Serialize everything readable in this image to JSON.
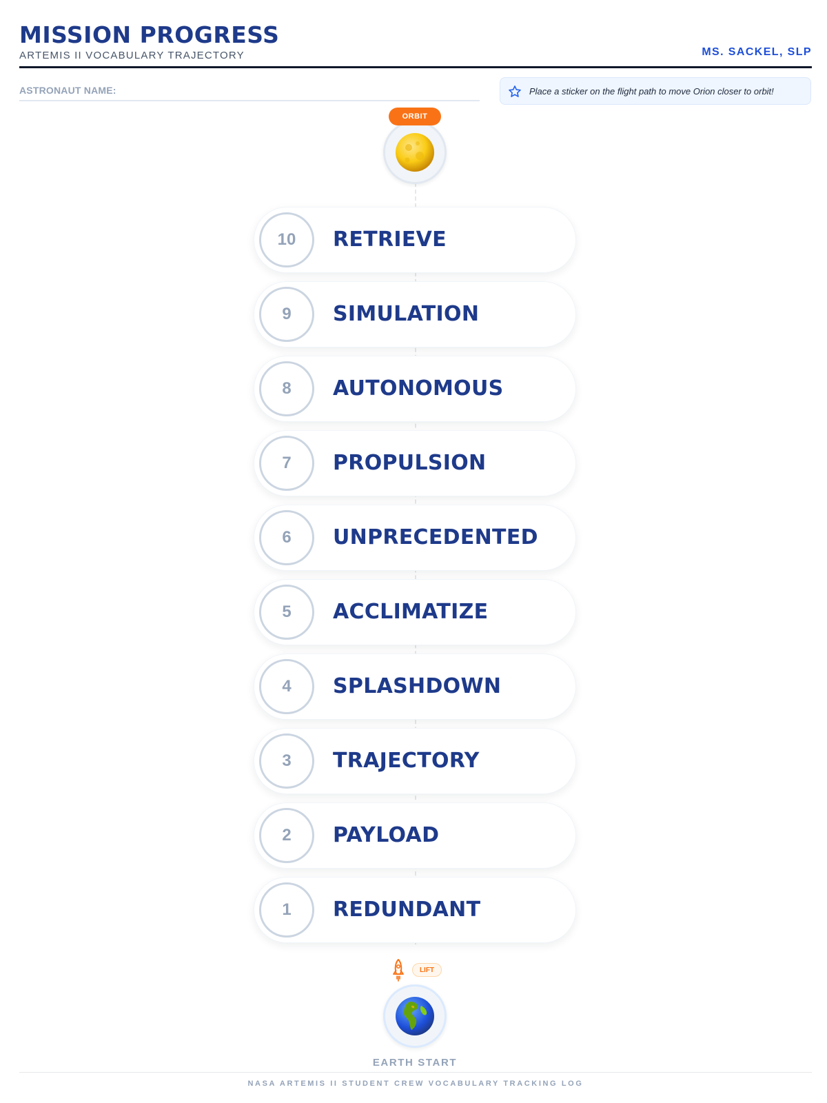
{
  "header": {
    "title": "MISSION PROGRESS",
    "subtitle": "ARTEMIS II VOCABULARY TRAJECTORY",
    "teacher": "MS. SACKEL, SLP"
  },
  "form": {
    "name_label": "ASTRONAUT NAME:",
    "name_value": ""
  },
  "tip": {
    "icon": "star-icon",
    "text": "Place a sticker on the flight path to move Orion closer to orbit!"
  },
  "goal": {
    "badge": "ORBIT",
    "icon": "moon-icon"
  },
  "steps": [
    {
      "number": "10",
      "word": "RETRIEVE"
    },
    {
      "number": "9",
      "word": "SIMULATION"
    },
    {
      "number": "8",
      "word": "AUTONOMOUS"
    },
    {
      "number": "7",
      "word": "PROPULSION"
    },
    {
      "number": "6",
      "word": "UNPRECEDENTED"
    },
    {
      "number": "5",
      "word": "ACCLIMATIZE"
    },
    {
      "number": "4",
      "word": "SPLASHDOWN"
    },
    {
      "number": "3",
      "word": "TRAJECTORY"
    },
    {
      "number": "2",
      "word": "PAYLOAD"
    },
    {
      "number": "1",
      "word": "REDUNDANT"
    }
  ],
  "start": {
    "badge": "LIFT",
    "rocket_icon": "rocket-icon",
    "earth_icon": "earth-icon",
    "label": "EARTH START"
  },
  "footer": {
    "text": "NASA ARTEMIS II STUDENT CREW VOCABULARY TRACKING LOG"
  },
  "colors": {
    "primary": "#1e3a8a",
    "accent": "#f97316",
    "link": "#1d4ed8",
    "muted": "#94a3b8"
  }
}
